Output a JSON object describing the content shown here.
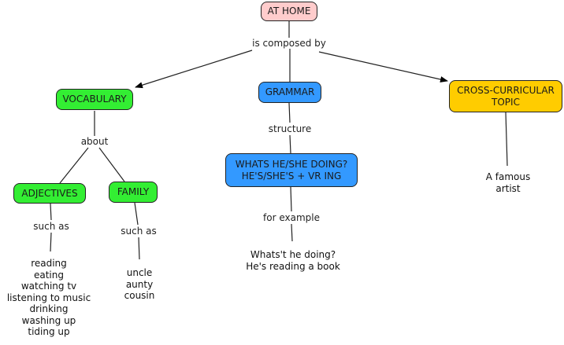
{
  "concept_map": {
    "root": "AT HOME",
    "root_link": "is composed by",
    "vocabulary": {
      "label": "VOCABULARY",
      "link": "about",
      "adjectives": {
        "label": "ADJECTIVES",
        "link": "such as",
        "items": "reading\neating\nwatching tv\nlistening to music\ndrinking\nwashing up\ntiding up"
      },
      "family": {
        "label": "FAMILY",
        "link": "such as",
        "items": "uncle\naunty\ncousin"
      }
    },
    "grammar": {
      "label": "GRAMMAR",
      "link": "structure",
      "structure_node": "WHATS HE/SHE DOING?\nHE'S/SHE'S + VR ING",
      "example_link": "for example",
      "example": "Whats't he doing?\nHe's reading a book"
    },
    "cross_curricular": {
      "label": "CROSS-CURRICULAR\nTOPIC",
      "item": "A famous artist"
    }
  },
  "colors": {
    "root": "#ffcccc",
    "vocabulary": "#33ee33",
    "grammar": "#3399ff",
    "cross_curricular": "#ffcc00"
  }
}
